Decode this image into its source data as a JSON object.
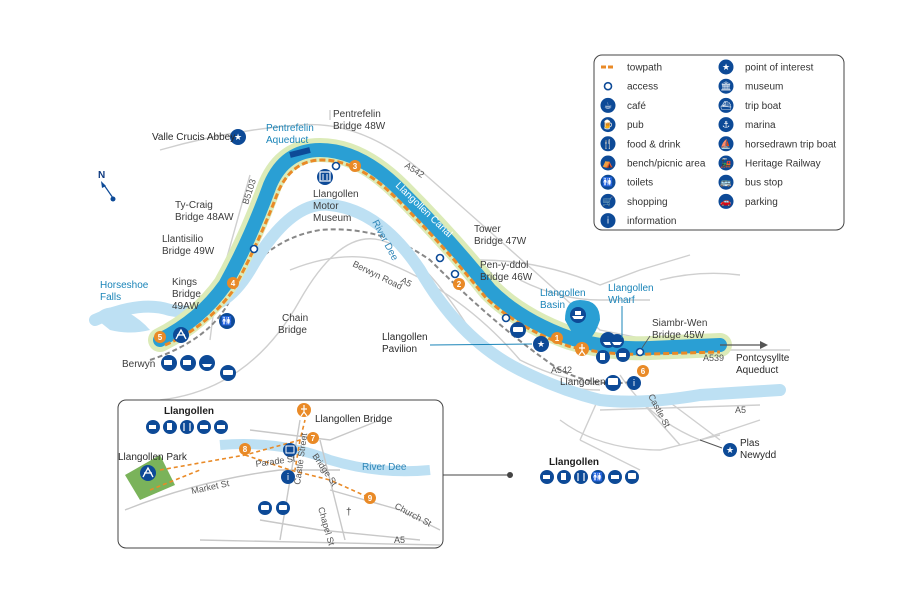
{
  "colors": {
    "navy": "#0d4a97",
    "orange": "#e98a27",
    "canal": "#2a9fd4",
    "river": "#bfe0f2",
    "bank": "#d9e8b0",
    "road": "#c8c8c8",
    "railway": "#7d7d7d",
    "park": "#7ab35a"
  },
  "legend": {
    "items": [
      {
        "icon": "towpath-icon",
        "label": "towpath"
      },
      {
        "icon": "access-icon",
        "label": "access"
      },
      {
        "icon": "cafe-icon",
        "label": "café"
      },
      {
        "icon": "pub-icon",
        "label": "pub"
      },
      {
        "icon": "food-drink-icon",
        "label": "food & drink"
      },
      {
        "icon": "bench-picnic-icon",
        "label": "bench/picnic area"
      },
      {
        "icon": "toilets-icon",
        "label": "toilets"
      },
      {
        "icon": "shopping-icon",
        "label": "shopping"
      },
      {
        "icon": "information-icon",
        "label": "information"
      },
      {
        "icon": "point-of-interest-icon",
        "label": "point of interest"
      },
      {
        "icon": "museum-icon",
        "label": "museum"
      },
      {
        "icon": "trip-boat-icon",
        "label": "trip boat"
      },
      {
        "icon": "marina-icon",
        "label": "marina"
      },
      {
        "icon": "horsedrawn-trip-boat-icon",
        "label": "horsedrawn trip boat"
      },
      {
        "icon": "heritage-railway-icon",
        "label": "Heritage Railway"
      },
      {
        "icon": "bus-stop-icon",
        "label": "bus stop"
      },
      {
        "icon": "parking-icon",
        "label": "parking"
      }
    ]
  },
  "compass": {
    "label": "N"
  },
  "places": {
    "valle_crucis": "Valle Crucis Abbey",
    "pentrefelin_aqueduct_1": "Pentrefelin",
    "pentrefelin_aqueduct_2": "Aqueduct",
    "pentrefelin_bridge_1": "Pentrefelin",
    "pentrefelin_bridge_2": "Bridge 48W",
    "tycraig_1": "Ty-Craig",
    "tycraig_2": "Bridge 48AW",
    "llantisilio_1": "Llantisilio",
    "llantisilio_2": "Bridge 49W",
    "horseshoe_1": "Horseshoe",
    "horseshoe_2": "Falls",
    "kings_1": "Kings",
    "kings_2": "Bridge",
    "kings_3": "49AW",
    "chain_1": "Chain",
    "chain_2": "Bridge",
    "berwyn": "Berwyn",
    "motor_museum_1": "Llangollen",
    "motor_museum_2": "Motor",
    "motor_museum_3": "Museum",
    "tower_1": "Tower",
    "tower_2": "Bridge 47W",
    "penyddol_1": "Pen-y-ddol",
    "penyddol_2": "Bridge 46W",
    "basin_1": "Llangollen",
    "basin_2": "Basin",
    "wharf_1": "Llangollen",
    "wharf_2": "Wharf",
    "siambr_1": "Siambr-Wen",
    "siambr_2": "Bridge 45W",
    "pavilion_1": "Llangollen",
    "pavilion_2": "Pavilion",
    "llangollen_station": "Llangollen",
    "pontcysyllte_1": "Pontcysyllte",
    "pontcysyllte_2": "Aqueduct",
    "plas_1": "Plas",
    "plas_2": "Newydd",
    "llangollen_town": "Llangollen"
  },
  "roads": {
    "b5103": "B5103",
    "a542_top": "A542",
    "a542_bottom": "A542",
    "a539": "A539",
    "a5_mid": "A5",
    "a5_right": "A5",
    "berwyn_road": "Berwyn Road",
    "castle_st": "Castle St"
  },
  "water": {
    "river_dee": "River Dee",
    "canal": "Llangollen Canal"
  },
  "numbers": [
    "1",
    "2",
    "3",
    "4",
    "5",
    "6"
  ],
  "inset": {
    "title": "Llangollen",
    "llangollen_bridge": "Llangollen Bridge",
    "llangollen_park": "Llangollen Park",
    "river_dee": "River Dee",
    "market_st": "Market St",
    "parade_st": "Parade St",
    "bridge_st": "Bridge St",
    "castle_street": "Castle Street",
    "chapel_st": "Chapel St",
    "church_st": "Church St",
    "a5": "A5",
    "numbers": [
      "7",
      "8",
      "9"
    ]
  }
}
